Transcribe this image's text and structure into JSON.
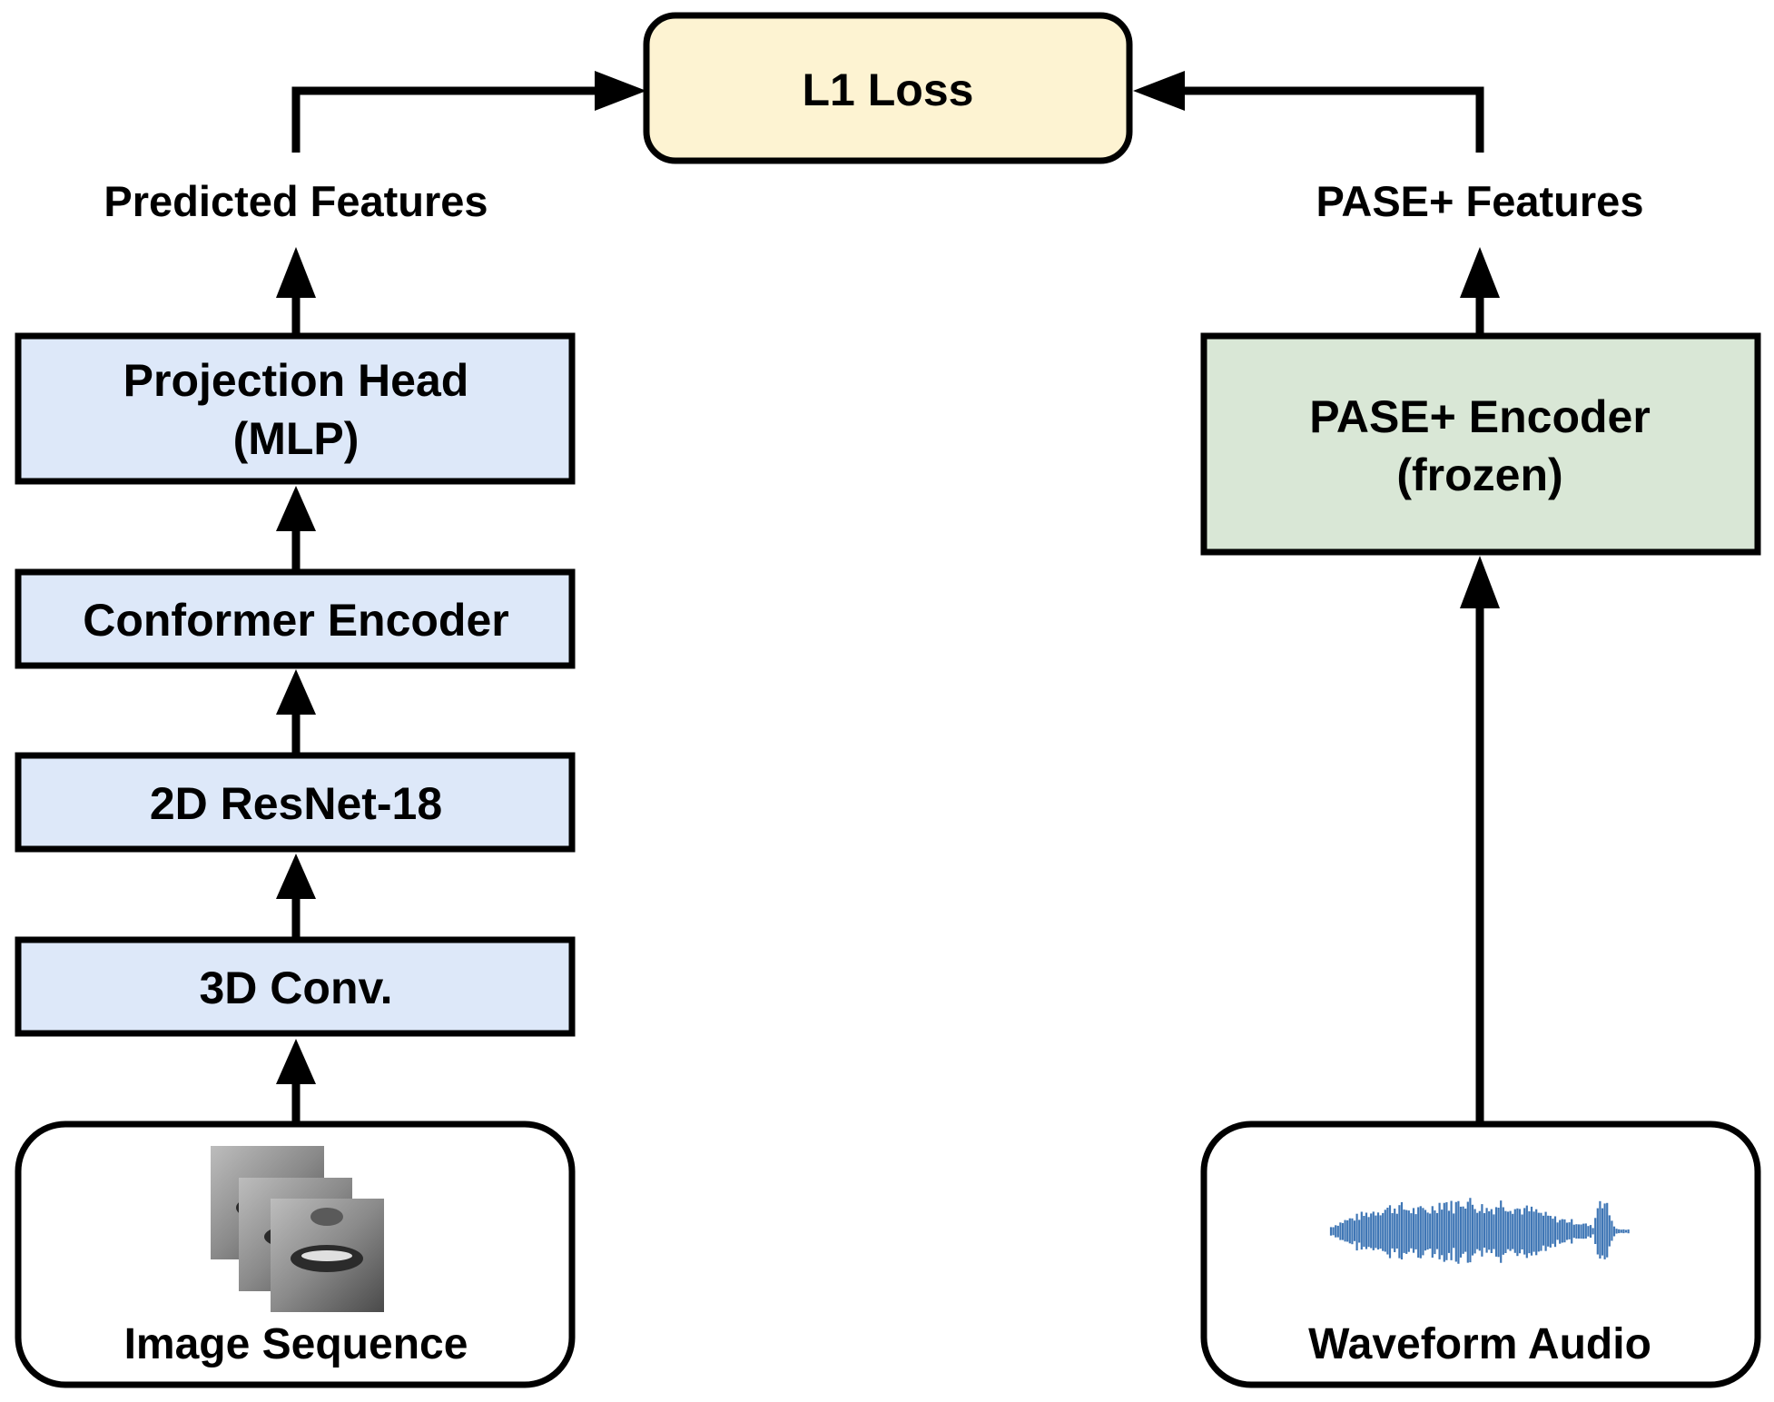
{
  "loss": {
    "label": "L1 Loss"
  },
  "left_branch": {
    "output_label": "Predicted Features",
    "projection_head": {
      "line1": "Projection Head",
      "line2": "(MLP)"
    },
    "conformer": {
      "label": "Conformer Encoder"
    },
    "resnet": {
      "label": "2D ResNet-18"
    },
    "conv3d": {
      "label": "3D Conv."
    },
    "input": {
      "label": "Image Sequence",
      "icon": "face-frames-icon"
    }
  },
  "right_branch": {
    "output_label": "PASE+ Features",
    "encoder": {
      "line1": "PASE+ Encoder",
      "line2": "(frozen)"
    },
    "input": {
      "label": "Waveform Audio",
      "icon": "waveform-icon"
    }
  },
  "colors": {
    "loss_fill": "#fdf3d2",
    "left_block_fill": "#dde8f9",
    "right_block_fill": "#d9e7d6",
    "waveform": "#3f76b5",
    "stroke": "#000000"
  }
}
